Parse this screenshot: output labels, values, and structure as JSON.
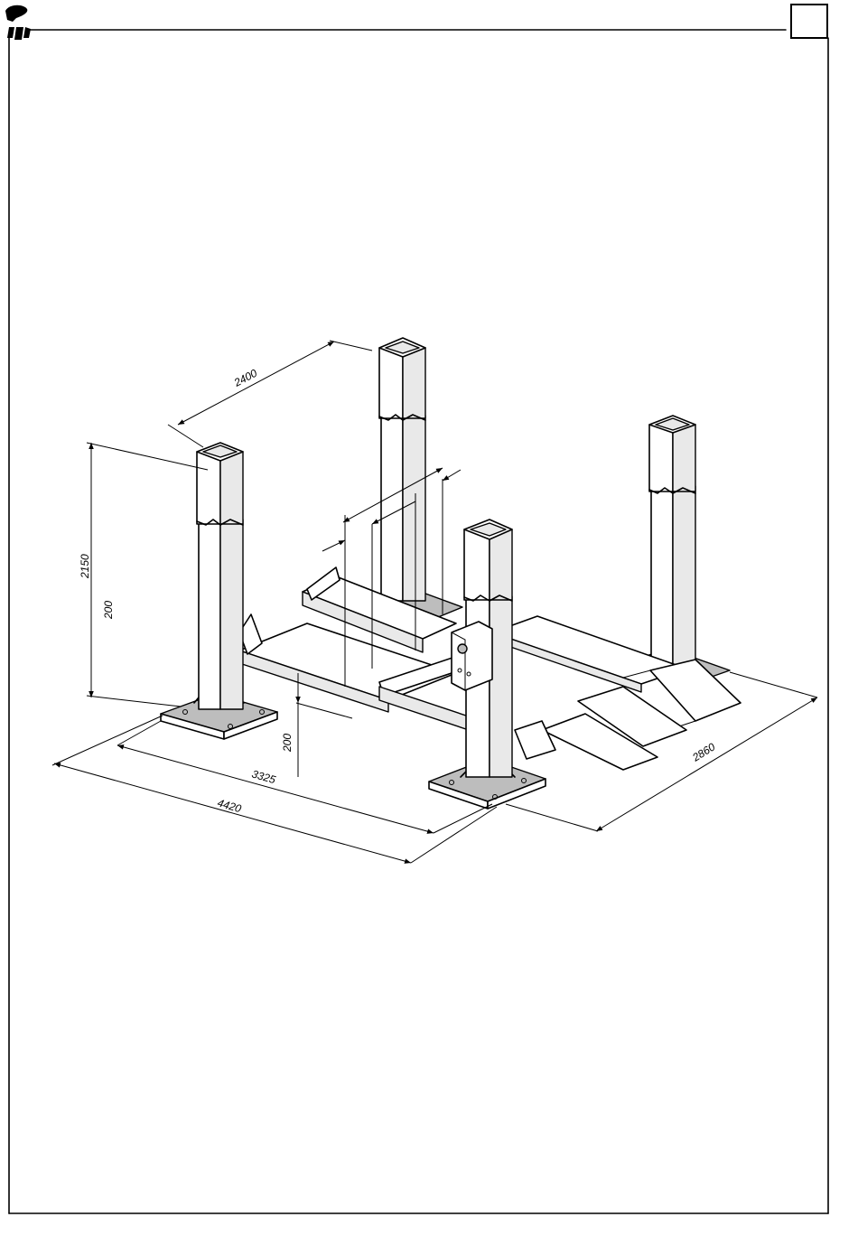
{
  "header": {
    "logo_icon": "lift-brand-logo-icon",
    "page_box": ""
  },
  "dimensions": {
    "d2400": "2400",
    "d2150": "2150",
    "d200_column": "200",
    "d200_ground": "200",
    "d3325": "3325",
    "d4420": "4420",
    "d2860": "2860"
  }
}
